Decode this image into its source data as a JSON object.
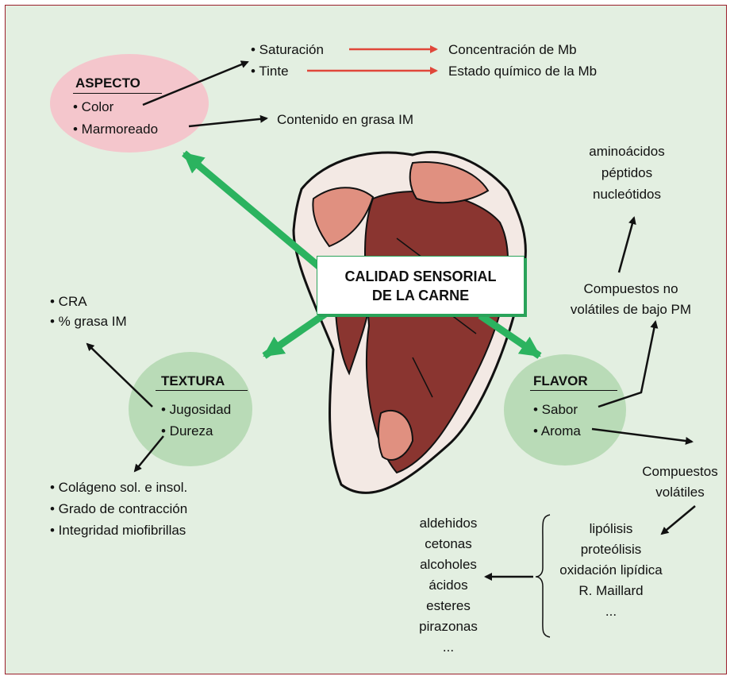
{
  "center": {
    "line1": "CALIDAD SENSORIAL",
    "line2": "DE LA CARNE"
  },
  "aspecto": {
    "title": "ASPECTO",
    "items": [
      "• Color",
      "• Marmoreado"
    ],
    "attributes": [
      "• Saturación",
      "• Tinte"
    ],
    "results": [
      "Concentración de Mb",
      "Estado químico de la Mb"
    ],
    "marbling_result": "Contenido en grasa IM"
  },
  "textura": {
    "title": "TEXTURA",
    "items": [
      "• Jugosidad",
      "• Dureza"
    ],
    "juiciness_factors": [
      "• CRA",
      "• % grasa IM"
    ],
    "toughness_factors": [
      "• Colágeno sol. e insol.",
      "• Grado de contracción",
      "• Integridad miofibrillas"
    ]
  },
  "flavor": {
    "title": "FLAVOR",
    "items": [
      "• Sabor",
      "• Aroma"
    ],
    "taste_compounds": [
      "Compuestos no",
      "volátiles de bajo PM"
    ],
    "taste_examples": [
      "aminoácidos",
      "péptidos",
      "nucleótidos"
    ],
    "aroma_compounds": [
      "Compuestos",
      "volátiles"
    ],
    "processes": [
      "lipólisis",
      "proteólisis",
      "oxidación lipídica",
      "R. Maillard",
      "..."
    ],
    "products": [
      "aldehidos",
      "cetonas",
      "alcoholes",
      "ácidos",
      "esteres",
      "pirazonas",
      "..."
    ]
  },
  "colors": {
    "background": "#e3efe1",
    "aspecto_ellipse": "#f4c6cc",
    "ellipse_green": "#b9dbb7",
    "arrow_green": "#2bb35f",
    "arrow_red": "#e0473a",
    "meat": "#8a3530",
    "border": "#9a1f2a"
  }
}
